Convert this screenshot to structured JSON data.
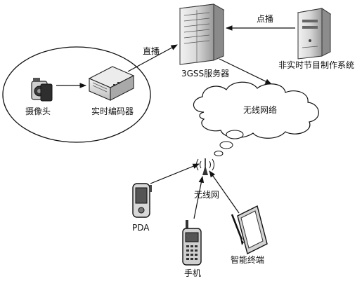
{
  "labels": {
    "server": "3GSS服务器",
    "nonrealtime_system": "非实时节目制作系统",
    "camera": "摄像头",
    "encoder": "实时编码器",
    "live_edge": "直播",
    "vod_edge": "点播",
    "wireless_network": "无线网络",
    "wireless_antenna": "无线网",
    "pda": "PDA",
    "phone": "手机",
    "smart_terminal": "智能终端"
  },
  "icons": {
    "server": "server-tower-icon",
    "nonrealtime_system": "server-tower-icon",
    "camera": "video-camera-icon",
    "encoder": "encoder-box-icon",
    "wireless_network": "cloud-icon",
    "wireless_antenna": "antenna-icon",
    "pda": "pda-icon",
    "phone": "mobile-phone-icon",
    "smart_terminal": "tablet-icon"
  }
}
